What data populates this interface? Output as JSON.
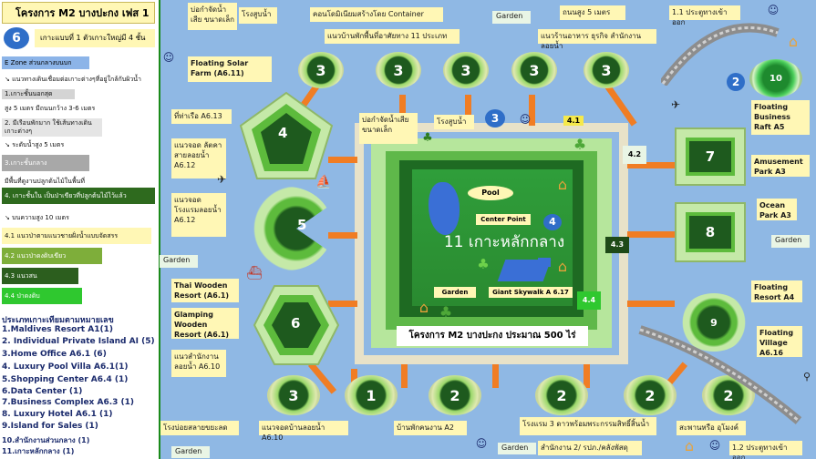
{
  "title": "โครงการ M2 บางปะกง เฟส 1",
  "badge_number": "6",
  "subtitle": "เกาะแบบที่ 1 ตัวเกาะใหญ่มี 4 ชั้น",
  "zone_label": "E Zone ส่วนกลางบนบก",
  "zone_items": [
    "↘ แนวทางเดินเชื่อมต่อเกาะต่างๆที่อยู่ใกล้กับผิวน้ำ",
    "1.เกาะชั้นนอกสุด",
    "สูง 5 เมตร มีถนนกว้าง 3-6 เมตร",
    "2. มีเรือนพักมาก ใช้เส้นทางเดินเกาะต่างๆ",
    "↘ ระดับน้ำสูง 5 เมตร",
    "3.เกาะชั้นกลาง",
    "มีพื้นที่ดูงานปลูกต้นไม้ในพื้นที่",
    "4. เกาะชั้นใน เป็นป่าเขียวที่ปลูกต้นไม้ไว้แล้ว",
    "↘ บนความสูง 10 เมตร",
    "4.1 แนวป่าตามแนวชายฝั่งน้ำแบบจัดสรร",
    "4.2 แนวป่าดงดิบเขียว",
    "4.3 แนวสน",
    "4.4 ป่าดงดิบ"
  ],
  "categories_title": "ประเภทเกาะเทียมตามหมายเลข",
  "categories": [
    "1.Maldives Resort A1(1)",
    "2. Individual Private Island AI (5)",
    "3.Home Office A6.1 (6)",
    "4. Luxury Pool Villa A6.1(1)",
    "5.Shopping Center A6.4 (1)",
    "6.Data Center (1)",
    "7.Business Complex A6.3 (1)",
    "8. Luxury Hotel A6.1 (1)",
    "9.Island for Sales (1)",
    "10.สำนักงานส่วนกลาง (1)",
    "11.เกาะหลักกลาง (1)"
  ],
  "top_labels": {
    "waste": "บ่อกำจัดน้ำเสีย ขนาดเล็ก",
    "pump": "โรงสูบน้ำ",
    "condo": "คอนโดมิเนียมสร้างโดย Container",
    "garden": "Garden",
    "road": "ถนนสูง 5 เมตร",
    "entrance1": "1.1 ประตูทางเข้าออก",
    "villas": "แนวบ้านพักพื้นที่อาศัยทาง 11 ประเภท",
    "office_row": "แนวร้านอาหาร ธุรกิจ สำนักงานลอยน้ำ"
  },
  "left_labels": {
    "solar": "Floating Solar Farm (A6.11)",
    "pier": "ที่ท่าเรือ A6.13",
    "parking": "แนวจอด ลัตคาสายลอยน้ำ A6.12",
    "hotel_row": "แนวจอด โรงแรมลอยน้ำ A6.12",
    "garden": "Garden",
    "thai_wooden": "Thai Wooden Resort (A6.1)",
    "glamping": "Glamping Wooden Resort (A6.1)",
    "house_row": "แนวสำนักงาน ลอยน้ำ A6.10",
    "bottom": "โรงบ่อยสลายขยะลด",
    "garden2": "Garden"
  },
  "right_labels": {
    "business_raft": "Floating Business Raft A5",
    "amusement": "Amusement Park A3",
    "ocean": "Ocean Park A3",
    "garden": "Garden",
    "resort": "Floating Resort A4",
    "village": "Floating Village A6.16",
    "sapan": "สะพานหรือ อุโมงค์",
    "entrance2": "1.2 ประตูทางเข้าออก",
    "garden2": "Garden"
  },
  "center": {
    "waste": "บ่อกำจัดน้ำเสีย ขนาดเล็ก",
    "pump": "โรงสูบน้ำ",
    "pool": "Pool",
    "center_point": "Center Point",
    "main_island": "11 เกาะหลักกลาง",
    "garden": "Garden",
    "skywalk": "Giant Skywalk A 6.17",
    "caption": "โครงการ M2 บางปะกง ประมาณ 500 ไร่",
    "z41": "4.1",
    "z42": "4.2",
    "z43": "4.3",
    "z44": "4.4"
  },
  "bottom_labels": {
    "houseboat": "แนวจอดบ้านลอยน้ำ A6.10",
    "staff": "บ้านพักคนงาน A2",
    "school": "โรงแรม 3 ดาวพร้อมพระกรรมสิทธิ์สิ้นน้ำ",
    "office2": "สำนักงาน 2/ รปภ./คลังพัสดุ",
    "garden": "Garden"
  },
  "island_numbers": {
    "top": [
      "3",
      "3",
      "3",
      "3",
      "3"
    ],
    "left": [
      "4",
      "5",
      "6"
    ],
    "right_top": "10",
    "right": [
      "7",
      "8",
      "9"
    ],
    "bottom": [
      "3",
      "1",
      "2",
      "2",
      "2",
      "2"
    ],
    "markers": [
      "2",
      "3",
      "4"
    ]
  },
  "colors": {
    "water": "#8fb8e4",
    "border": "#33a532",
    "label": "#fff7b5",
    "plank": "#f07d24",
    "island_dark": "#1e5a1e",
    "island_light": "#a6e07a"
  }
}
